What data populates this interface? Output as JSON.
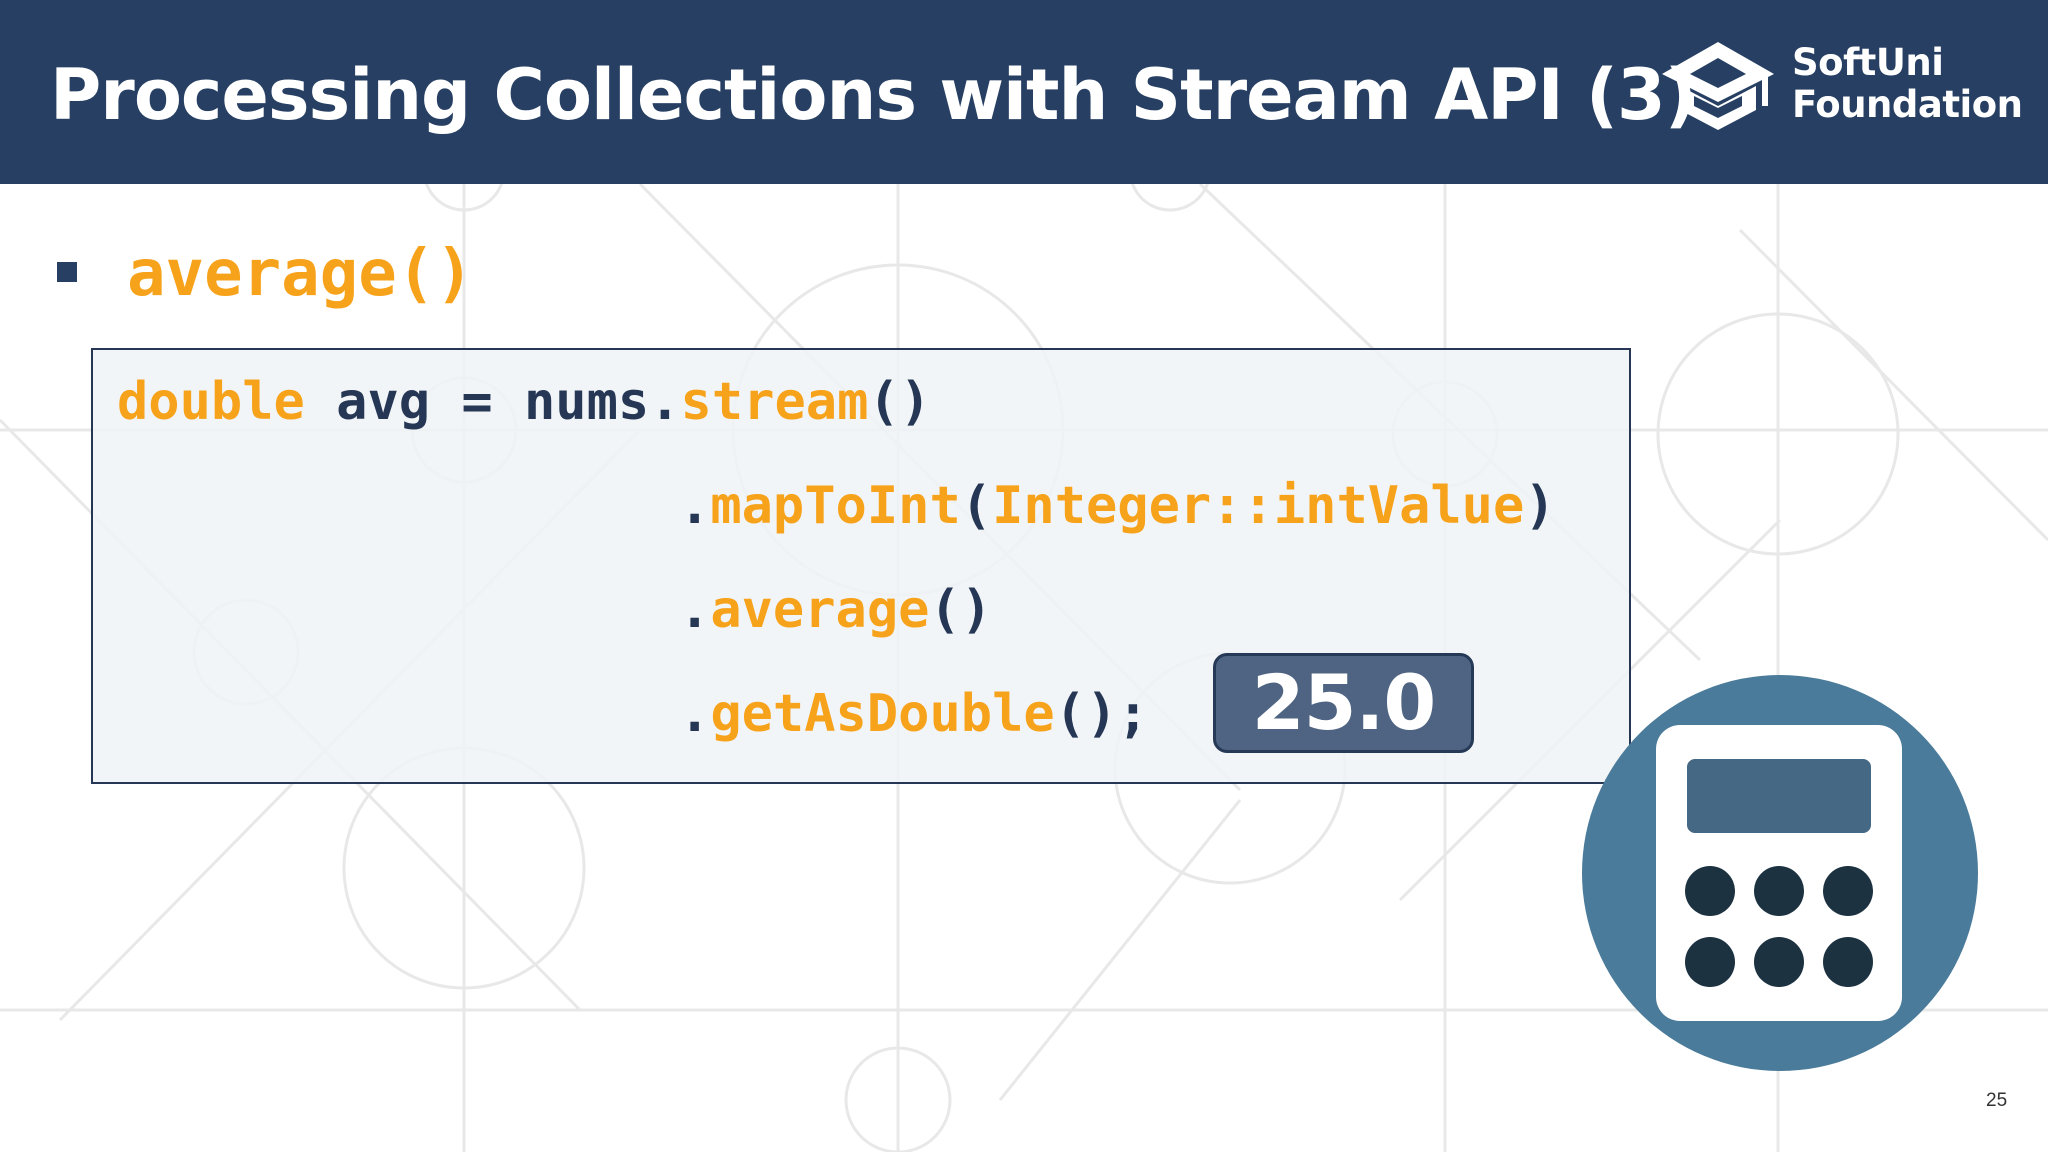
{
  "slide": {
    "title": "Processing Collections with Stream API (3)",
    "page_number": "25"
  },
  "logo": {
    "line1": "SoftUni",
    "line2": "Foundation",
    "icon": "graduation-cap-icon"
  },
  "bullet": {
    "text": "average()"
  },
  "code": {
    "line1": {
      "type_kw": "double",
      "var": " avg = nums",
      "dot": ".",
      "method": "stream",
      "paren": "()"
    },
    "line2": {
      "dot": ".",
      "method": "mapToInt",
      "open": "(",
      "arg": "Integer::intValue",
      "close": ")"
    },
    "line3": {
      "dot": ".",
      "method": "average",
      "paren": "()"
    },
    "line4": {
      "dot": ".",
      "method": "getAsDouble",
      "paren": "();"
    }
  },
  "result": {
    "value": "25.0"
  },
  "illustration": {
    "icon": "calculator-icon"
  },
  "colors": {
    "header_bg": "#263f63",
    "keyword": "#f7a21b",
    "identifier": "#253754",
    "badge_bg": "#4f6482",
    "calc_circle": "#4b7b9a"
  }
}
